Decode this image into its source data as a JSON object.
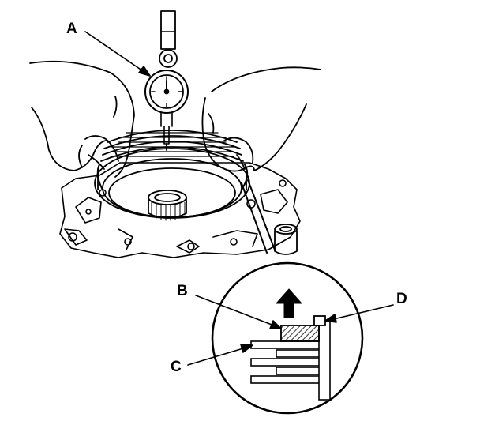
{
  "callouts": {
    "a": "A",
    "b": "B",
    "c": "C",
    "d": "D"
  },
  "colors": {
    "ink": "#000000",
    "paper": "#ffffff",
    "hatch": "#000000"
  }
}
